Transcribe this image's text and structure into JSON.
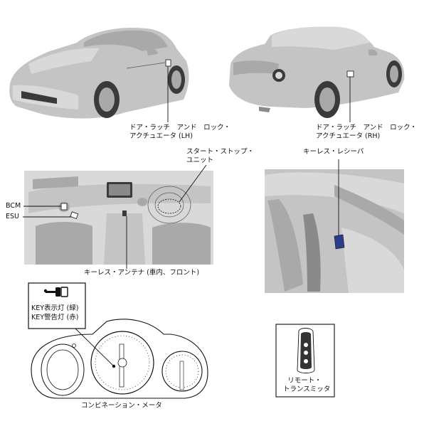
{
  "labels": {
    "door_lh": [
      "ドア・ラッチ　アンド　ロック・",
      "アクチュエータ (LH)"
    ],
    "door_rh": [
      "ドア・ラッチ　アンド　ロック・",
      "アクチュエータ (RH)"
    ],
    "start_stop": [
      "スタート・ストップ・",
      "ユニット"
    ],
    "receiver": "キーレス・レシーバ",
    "bcm": "BCM",
    "esu": "ESU",
    "antenna": "キーレス・アンテナ (車内、フロント)",
    "key_green": "KEY表示灯 (緑)",
    "key_red": "KEY警告灯 (赤)",
    "meter": "コンビネーション・メータ",
    "remote": [
      "リモート・",
      "トランスミッタ"
    ]
  }
}
